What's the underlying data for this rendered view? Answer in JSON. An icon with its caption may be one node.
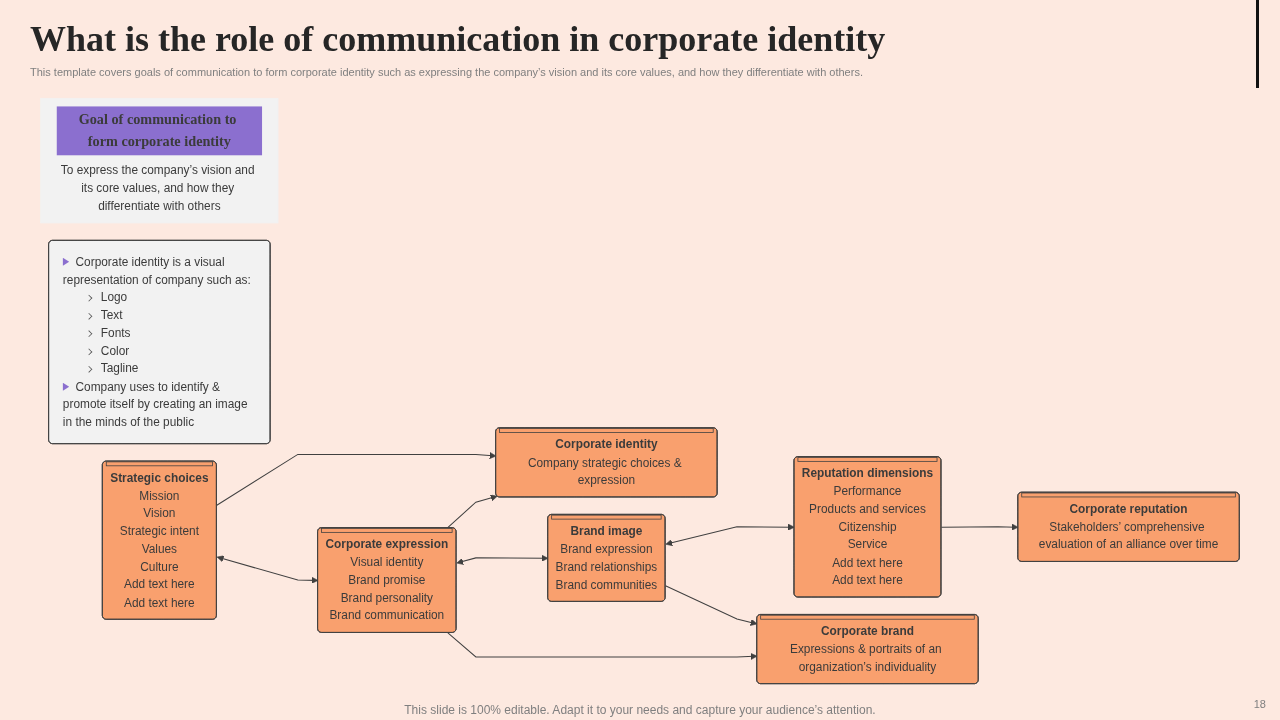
{
  "diagram": {
    "title": "What is the role of communication in corporate identity",
    "nodes": [
      {
        "text": [
          "Goal of communication to form corporate identity",
          "To express the company’s vision and its core values, and how they differentiate with others"
        ]
      },
      {
        "text": [
          "Corporate identity is a visual representation of company such as:",
          "Logo",
          "Text",
          "Fonts",
          "Color",
          "Tagline",
          "Company uses to identify & promote itself by creating an image in the minds of the public"
        ]
      },
      {
        "text": [
          "Corporate identity",
          "Company strategic choices & expression"
        ]
      },
      {
        "text": [
          "Corporate reputation",
          "Stakeholders’ comprehensive evaluation of an alliance over time"
        ]
      },
      {
        "text": [
          "Strategic choices",
          "Mission",
          "Vision",
          "Strategic intent",
          "Values",
          "Culture",
          "Add text here",
          "Add text here"
        ]
      },
      {
        "text": [
          "Corporate expression",
          "Visual identity",
          "Brand promise",
          "Brand personality",
          "Brand communication"
        ]
      },
      {
        "text": [
          "Brand image",
          "Brand expression",
          "Brand relationships",
          "Brand communities"
        ]
      },
      {
        "text": [
          "Reputation dimensions",
          "Performance",
          "Products and services",
          "Citizenship",
          "Service",
          "Add text here",
          "Add text here"
        ]
      },
      {
        "text": [
          "Corporate brand",
          "Expressions & portraits of an organization’s individuality"
        ]
      }
    ],
    "edges": [
      {
        "from": 4,
        "to": 2,
        "arrow": "to"
      },
      {
        "from": 5,
        "to": 2,
        "arrow": "to"
      },
      {
        "from": 4,
        "to": 5,
        "arrow": "both"
      },
      {
        "from": 5,
        "to": 6,
        "arrow": "both"
      },
      {
        "from": 6,
        "to": 7,
        "arrow": "both"
      },
      {
        "from": 7,
        "to": 3,
        "arrow": "to"
      },
      {
        "from": 5,
        "to": 8,
        "arrow": "to"
      },
      {
        "from": 6,
        "to": 8,
        "arrow": "to"
      }
    ],
    "labels": [
      "This template covers goals of communication to form corporate identity such as expressing the company’s vision and its core values, and how they differentiate with others.",
      "This slide is 100% editable. Adapt it to your needs and capture your audience’s attention.",
      "18"
    ]
  }
}
